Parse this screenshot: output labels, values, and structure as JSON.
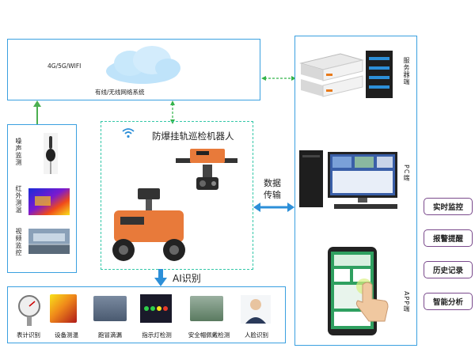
{
  "network": {
    "protocol": "4G/5G/WIFI",
    "system": "有线/无线网络系统"
  },
  "robot": {
    "title": "防爆挂轨巡检机器人",
    "transmission": "数据传输",
    "ai": "AI识别"
  },
  "sensors": [
    {
      "label": "噪声监测"
    },
    {
      "label": "红外测温"
    },
    {
      "label": "视频监控"
    }
  ],
  "ai_items": [
    {
      "label": "表计识别"
    },
    {
      "label": "设备测温"
    },
    {
      "label": "跑冒滴漏"
    },
    {
      "label": "指示灯检测"
    },
    {
      "label": "安全帽佩戴检测"
    },
    {
      "label": "人脸识别"
    }
  ],
  "endpoints": {
    "server": "服务器端",
    "pc": "PC端",
    "app": "APP端"
  },
  "features": [
    {
      "label": "实时监控"
    },
    {
      "label": "报警提醒"
    },
    {
      "label": "历史记录"
    },
    {
      "label": "智能分析"
    }
  ],
  "colors": {
    "frame": "#3aa0e0",
    "dashed": "#33c7a8",
    "arrow_blue": "#2c8fd8",
    "arrow_green": "#4caf50",
    "feature_border": "#7a4a8c",
    "robot_orange": "#e87a3a"
  },
  "icons": [
    "wifi-icon",
    "cloud-icon",
    "server-icon",
    "pc-icon",
    "tablet-icon",
    "hand-icon"
  ]
}
